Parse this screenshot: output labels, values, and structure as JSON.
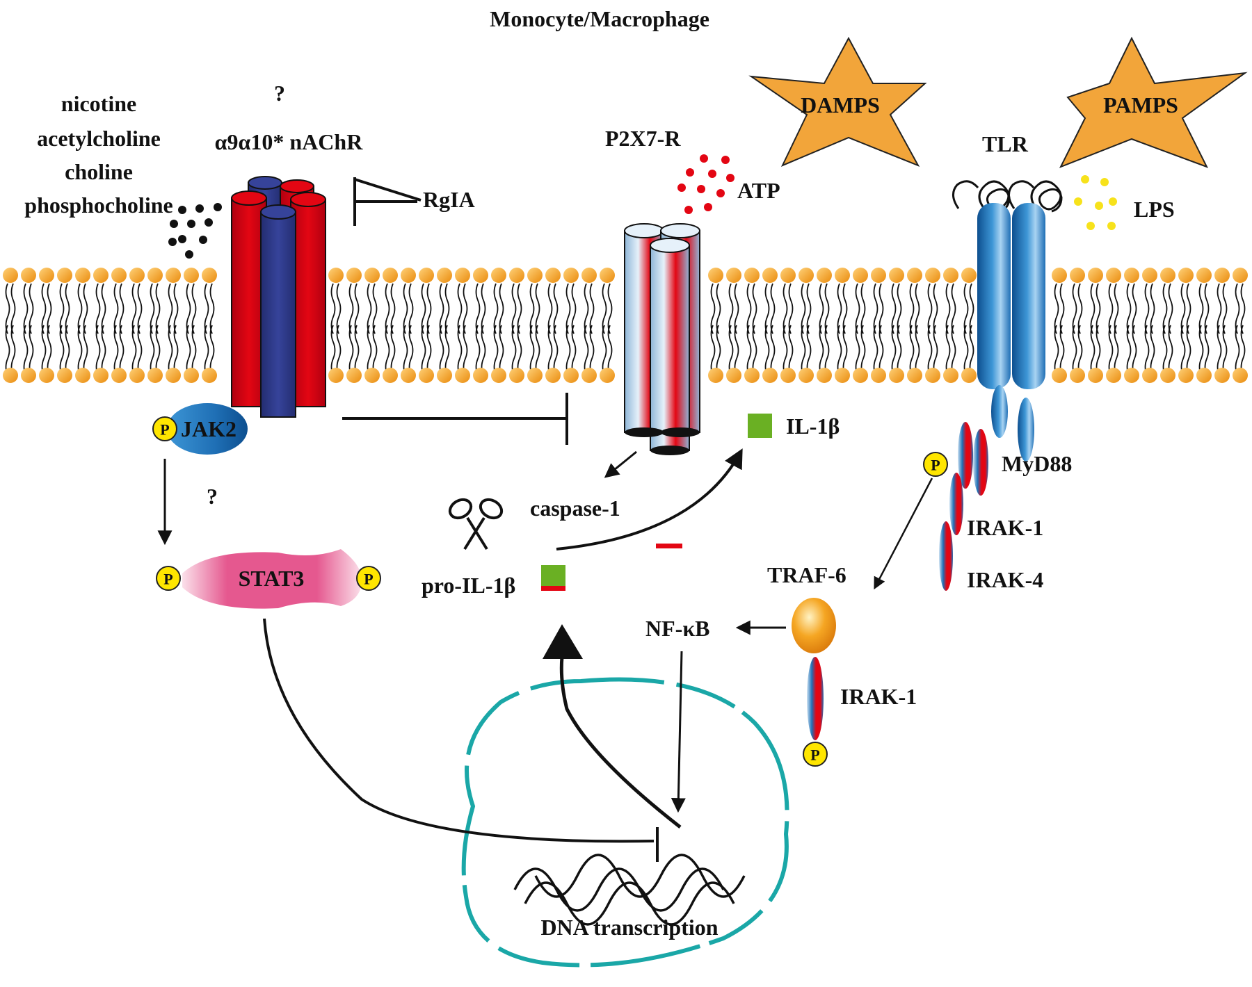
{
  "title": "Monocyte/Macrophage",
  "ligands": [
    "nicotine",
    "acetylcholine",
    "choline",
    "phosphocholine"
  ],
  "question_marks": [
    "?",
    "?"
  ],
  "receptors": {
    "nachr": "α9α10* nAChR",
    "p2x7": "P2X7-R",
    "tlr": "TLR"
  },
  "inhibitor": "RgIA",
  "molecules": {
    "atp": "ATP",
    "lps": "LPS",
    "damps": "DAMPS",
    "pamps": "PAMPS",
    "il1b": "IL-1β",
    "pro_il1b": "pro-IL-1β",
    "caspase": "caspase-1"
  },
  "signaling": {
    "jak2": "JAK2",
    "stat3": "STAT3",
    "myd88": "MyD88",
    "irak1": "IRAK-1",
    "irak4": "IRAK-4",
    "traf6": "TRAF-6",
    "nfkb": "NF-κB",
    "irak1_lower": "IRAK-1"
  },
  "phospho": "P",
  "nucleus": {
    "label": "DNA transcription"
  },
  "colors": {
    "membrane_head": "#f5a623",
    "nachr_red": "#e30613",
    "nachr_blue": "#2e3a8c",
    "tlr_blue": "#1f6fb5",
    "star": "#f2a53a",
    "il1b_green": "#6ab023",
    "nucleus": "#1aa7a7",
    "stat3_pink": "#e5588f",
    "phospho_yellow": "#ffe600",
    "atp_red": "#e30613",
    "lps_yellow": "#f7e21b"
  }
}
